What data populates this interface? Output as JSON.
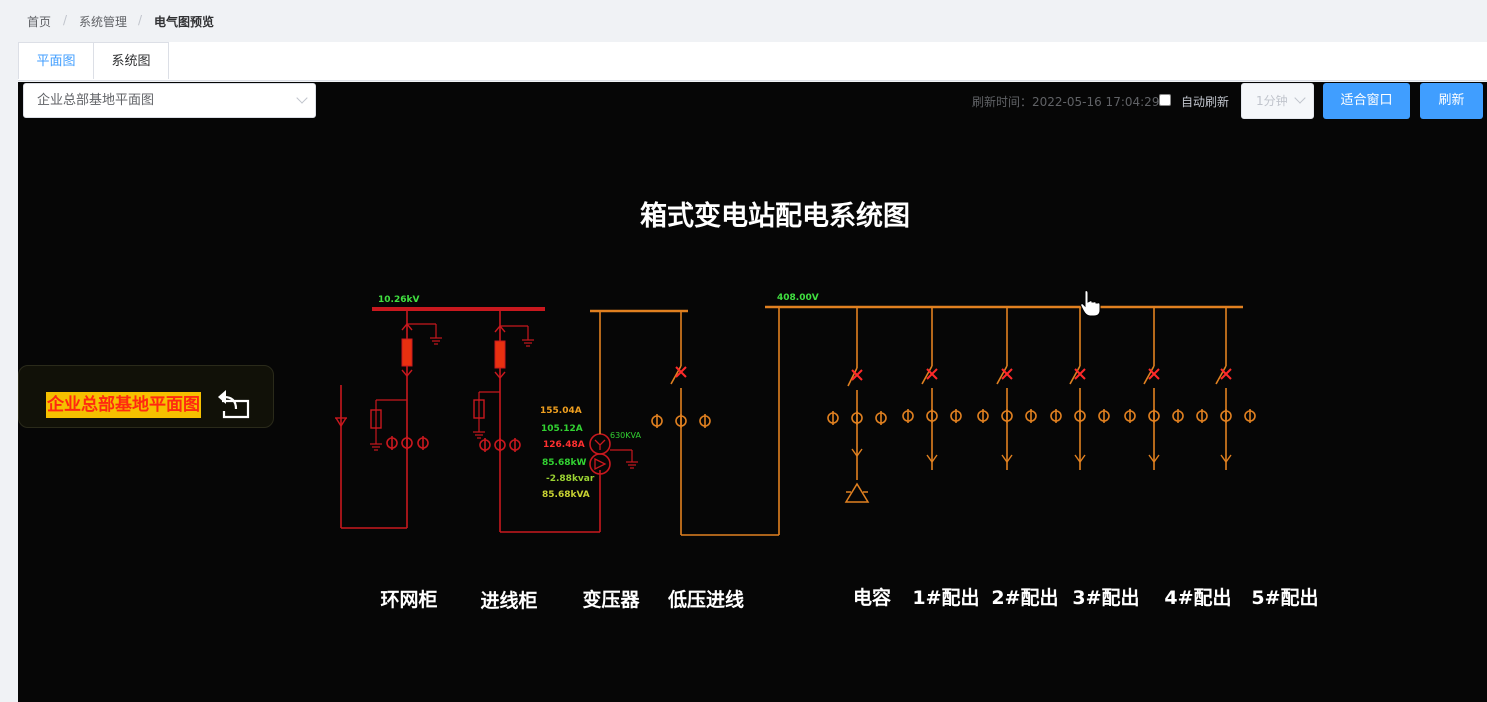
{
  "breadcrumb": {
    "items": [
      "首页",
      "系统管理",
      "电气图预览"
    ]
  },
  "tabs": [
    {
      "label": "平面图",
      "active": true
    },
    {
      "label": "系统图",
      "active": false
    }
  ],
  "toolbar": {
    "plan_select": "企业总部基地平面图",
    "refresh_time": "刷新时间：2022-05-16 17:04:29",
    "auto_refresh_label": "自动刷新",
    "auto_refresh_checked": false,
    "interval": "1分钟",
    "fit_window_label": "适合窗口",
    "refresh_label": "刷新"
  },
  "floating": {
    "label": "企业总部基地平面图"
  },
  "diagram": {
    "title": "箱式变电站配电系统图",
    "hv_bus_voltage": "10.26kV",
    "lv_bus_voltage": "408.00V",
    "transformer_rating": "630KVA",
    "readings": [
      {
        "value": "155.04A",
        "color": "#f0a020"
      },
      {
        "value": "105.12A",
        "color": "#32d232"
      },
      {
        "value": "126.48A",
        "color": "#ff3030"
      },
      {
        "value": "85.68kW",
        "color": "#32d232"
      },
      {
        "value": "-2.88kvar",
        "color": "#9ad232"
      },
      {
        "value": "85.68kVA",
        "color": "#c8d232"
      }
    ],
    "section_labels": [
      "环网柜",
      "进线柜",
      "变压器",
      "低压进线",
      "电容",
      "1#配出",
      "2#配出",
      "3#配出",
      "4#配出",
      "5#配出"
    ],
    "colors": {
      "hv": "#c8181e",
      "lv": "#e08020",
      "breaker": "#ff2a2a",
      "voltage_text": "#40e040"
    }
  }
}
